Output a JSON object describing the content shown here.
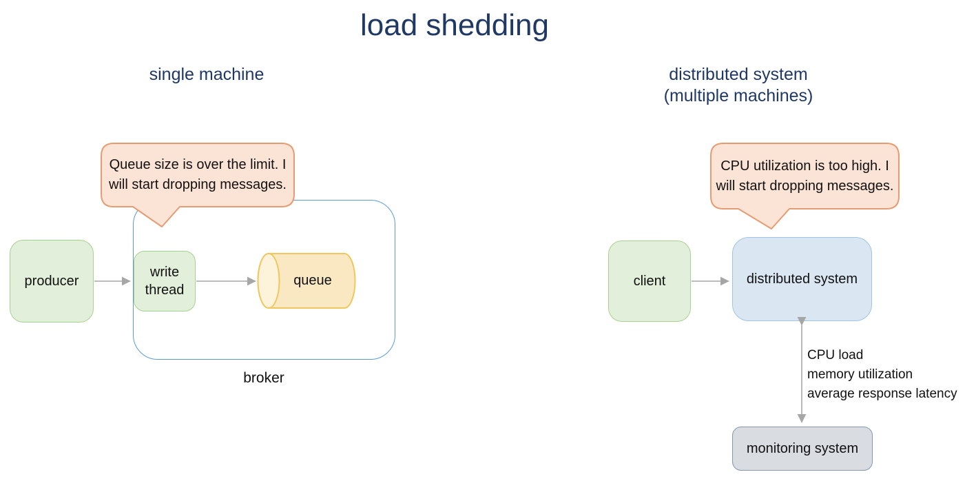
{
  "title": "load shedding",
  "left": {
    "heading": "single machine",
    "bubble": {
      "lines": [
        "Queue size is over the limit. I",
        "will start dropping messages."
      ]
    },
    "producer_label": "producer",
    "write_thread_label": "write thread",
    "queue_label": "queue",
    "broker_label": "broker"
  },
  "right": {
    "heading_lines": [
      "distributed system",
      "(multiple machines)"
    ],
    "bubble": {
      "lines": [
        "CPU utilization is too high. I",
        "will start dropping messages."
      ]
    },
    "client_label": "client",
    "system_label": "distributed system",
    "monitoring_label": "monitoring system",
    "metrics": [
      "CPU load",
      "memory utilization",
      "average response latency"
    ]
  },
  "colors": {
    "heading_text": "#1f3864",
    "bubble_fill": "#fbe3d5",
    "bubble_border": "#e59c72",
    "green_fill": "#e2efda",
    "green_border": "#a9d18e",
    "blue_fill": "#dae7f3",
    "blue_border": "#9dc3e6",
    "gray_fill": "#d9dce1",
    "gray_border": "#8497b0",
    "broker_border": "#5b9bd5",
    "cylinder_fill": "#fae8c2",
    "cylinder_cap_fill": "#fcf3da",
    "cylinder_border": "#efc75e",
    "arrow": "#a6a6a6",
    "body_text": "#111111"
  }
}
